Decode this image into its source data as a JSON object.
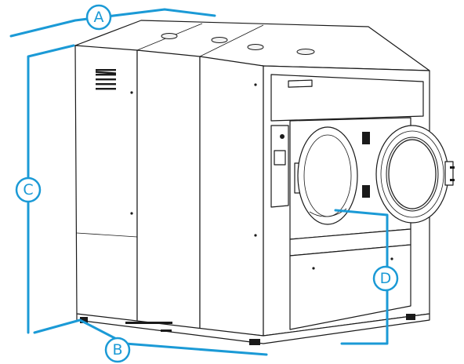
{
  "colors": {
    "dimension": "#1b9ad6",
    "outline": "#1a1a1a",
    "background": "#ffffff"
  },
  "callouts": {
    "a": "A",
    "b": "B",
    "c": "C",
    "d": "D"
  }
}
